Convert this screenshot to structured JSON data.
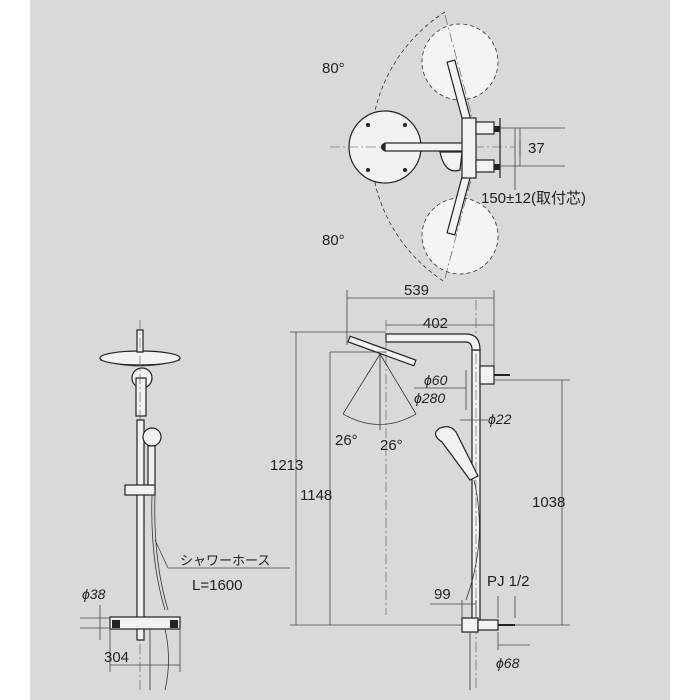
{
  "top_view": {
    "angle_upper": "80°",
    "angle_lower": "80°",
    "dim_37": "37",
    "dim_150": "150±12(取付芯)"
  },
  "side_view": {
    "dim_539": "539",
    "dim_402": "402",
    "dim_phi60": "ϕ60",
    "dim_phi280": "ϕ280",
    "dim_phi22": "ϕ22",
    "angle_left": "26°",
    "angle_right": "26°",
    "dim_1213": "1213",
    "dim_1148": "1148",
    "dim_1038": "1038",
    "dim_99": "99",
    "pj": "PJ 1/2",
    "dim_phi68": "ϕ68"
  },
  "front_view": {
    "hose_label": "シャワーホース",
    "hose_length": "L=1600",
    "dim_phi38": "ϕ38",
    "dim_304": "304"
  }
}
